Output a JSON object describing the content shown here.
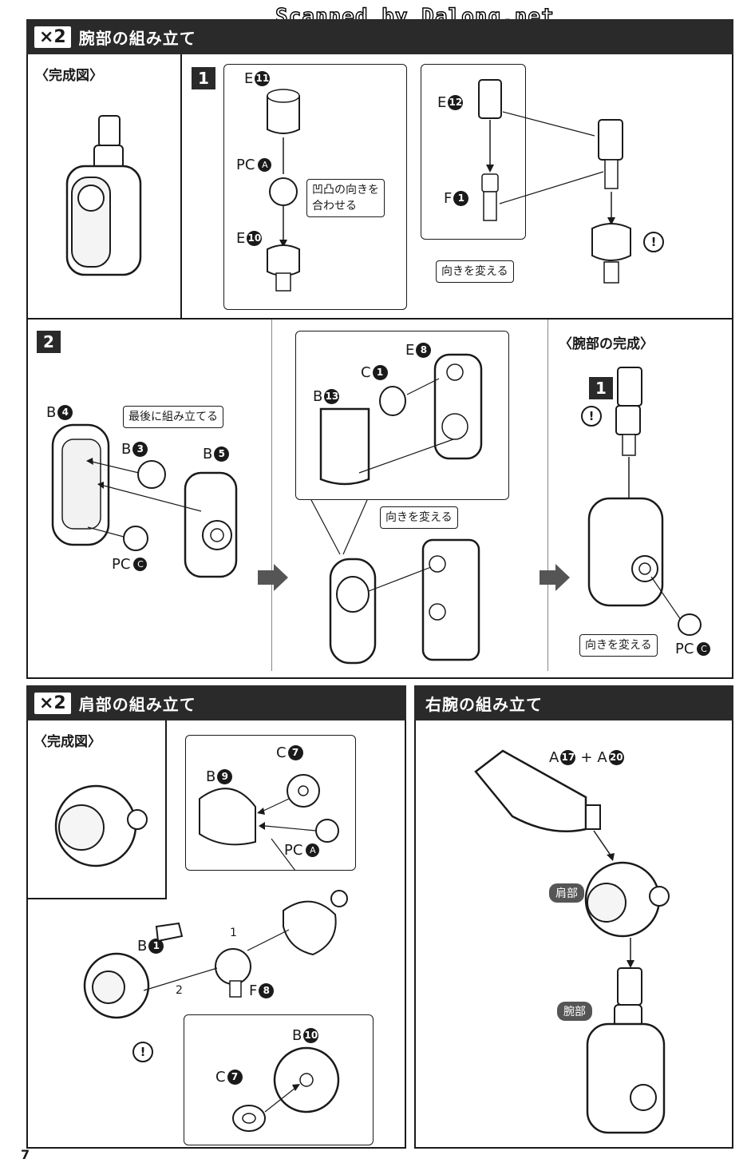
{
  "watermark": "Scanned by Dalong.net",
  "page_number": "7",
  "arm_section": {
    "multiplier": "×2",
    "title": "腕部の組み立て",
    "completed_label": "〈完成図〉",
    "step1": {
      "number": "1",
      "parts": {
        "e11": {
          "letter": "E",
          "num": "11"
        },
        "pca": {
          "letter": "PC",
          "tag": "A"
        },
        "e10": {
          "letter": "E",
          "num": "10"
        },
        "e12": {
          "letter": "E",
          "num": "12"
        },
        "f1": {
          "letter": "F",
          "num": "1"
        }
      },
      "callout_align": "凹凸の向きを\n合わせる",
      "callout_align_l1": "凹凸の向きを",
      "callout_align_l2": "合わせる",
      "callout_turn": "向きを変える"
    },
    "step2": {
      "number": "2",
      "parts": {
        "b4": {
          "letter": "B",
          "num": "4"
        },
        "b3": {
          "letter": "B",
          "num": "3"
        },
        "b5": {
          "letter": "B",
          "num": "5"
        },
        "pcc": {
          "letter": "PC",
          "tag": "C"
        },
        "e8": {
          "letter": "E",
          "num": "8"
        },
        "c1": {
          "letter": "C",
          "num": "1"
        },
        "b13": {
          "letter": "B",
          "num": "13"
        }
      },
      "callout_last": "最後に組み立てる",
      "callout_turn": "向きを変える",
      "arm_complete_label": "〈腕部の完成〉",
      "ref_step": "1",
      "callout_turn2": "向きを変える",
      "pcc2": {
        "letter": "PC",
        "tag": "C"
      }
    }
  },
  "shoulder_section": {
    "multiplier": "×2",
    "title": "肩部の組み立て",
    "completed_label": "〈完成図〉",
    "parts": {
      "c7": {
        "letter": "C",
        "num": "7"
      },
      "b9": {
        "letter": "B",
        "num": "9"
      },
      "pca": {
        "letter": "PC",
        "tag": "A"
      },
      "b1": {
        "letter": "B",
        "num": "1"
      },
      "f8": {
        "letter": "F",
        "num": "8"
      },
      "b10": {
        "letter": "B",
        "num": "10"
      },
      "c7b": {
        "letter": "C",
        "num": "7"
      }
    },
    "order1": "1",
    "order2": "2"
  },
  "right_arm_section": {
    "title": "右腕の組み立て",
    "parts_combo": {
      "a17": {
        "letter": "A",
        "num": "17"
      },
      "plus": "+",
      "a20": {
        "letter": "A",
        "num": "20"
      }
    },
    "shoulder_chip": "肩部",
    "arm_chip": "腕部"
  },
  "colors": {
    "header": "#2a2a2a",
    "ink": "#1a1a1a",
    "chip": "#555555"
  }
}
